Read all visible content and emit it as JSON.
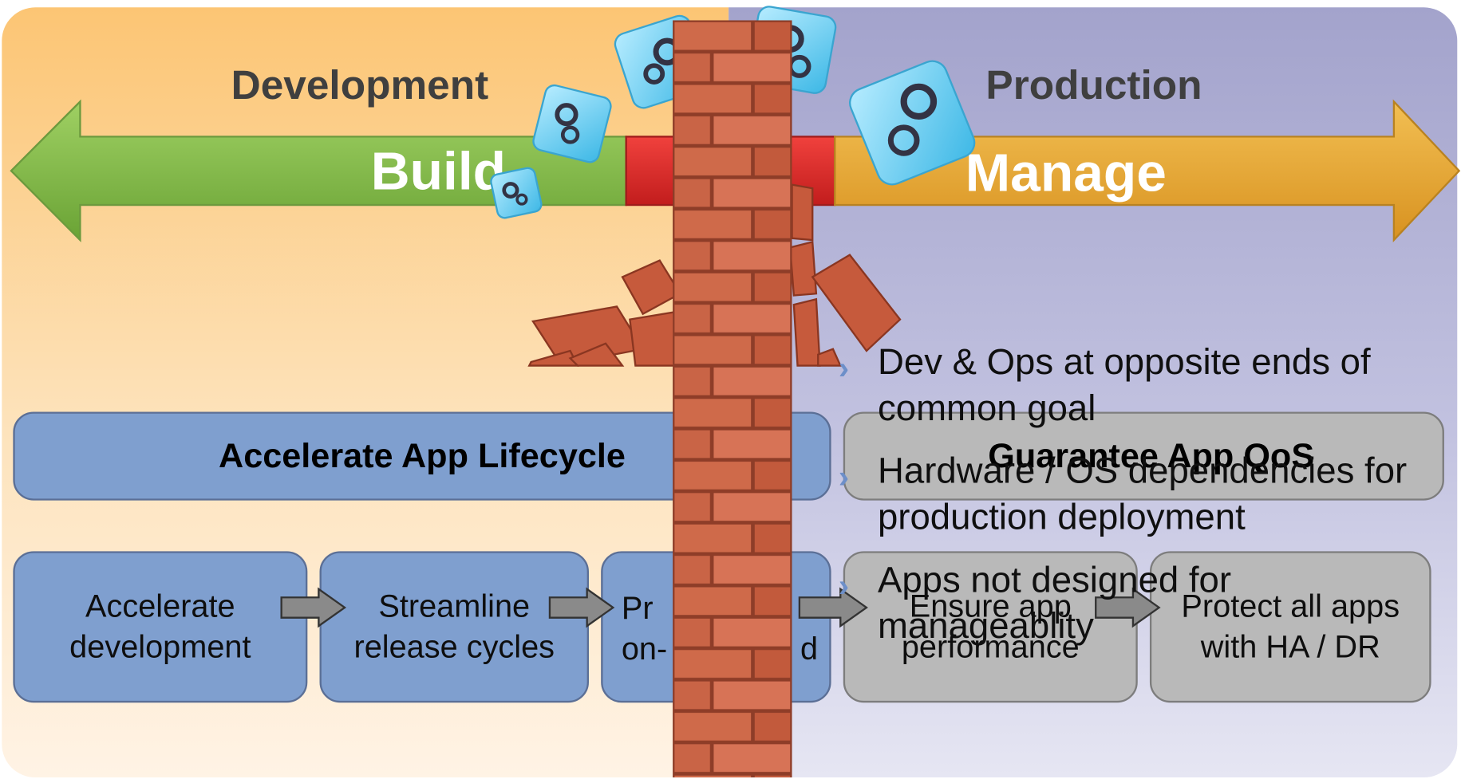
{
  "headings": {
    "left": "Development",
    "right": "Production"
  },
  "arrow_labels": {
    "left": "Build",
    "right": "Manage"
  },
  "lifecycle_bars": {
    "left": "Accelerate App Lifecycle",
    "right": "Guarantee App QoS"
  },
  "steps": {
    "step1": "Accelerate development",
    "step2": "Streamline release cycles",
    "step3_visible": "Pr on-",
    "step3_tail": "d",
    "step4": "Ensure app performance",
    "step5": "Protect all apps with HA / DR"
  },
  "bullets": [
    "Dev & Ops at opposite ends of common goal",
    "Hardware / OS dependencies for production deployment",
    "Apps not designed for manageablity"
  ],
  "icons": [
    "gears-cube-icon",
    "gears-cube-icon",
    "gears-cube-icon",
    "gears-cube-icon",
    "gears-cube-icon",
    "brick-wall-icon",
    "bullet-arrow-icon"
  ],
  "colors": {
    "dev_bg": "#fcc574",
    "prod_bg": "#a3a3cc",
    "build_arrow": "#7fb545",
    "manage_arrow": "#e3a32f",
    "wall_red": "#c7543c",
    "bar_blue": "#7f9fcf",
    "bar_gray": "#b9b9b9",
    "cube": "#59c7ef"
  }
}
